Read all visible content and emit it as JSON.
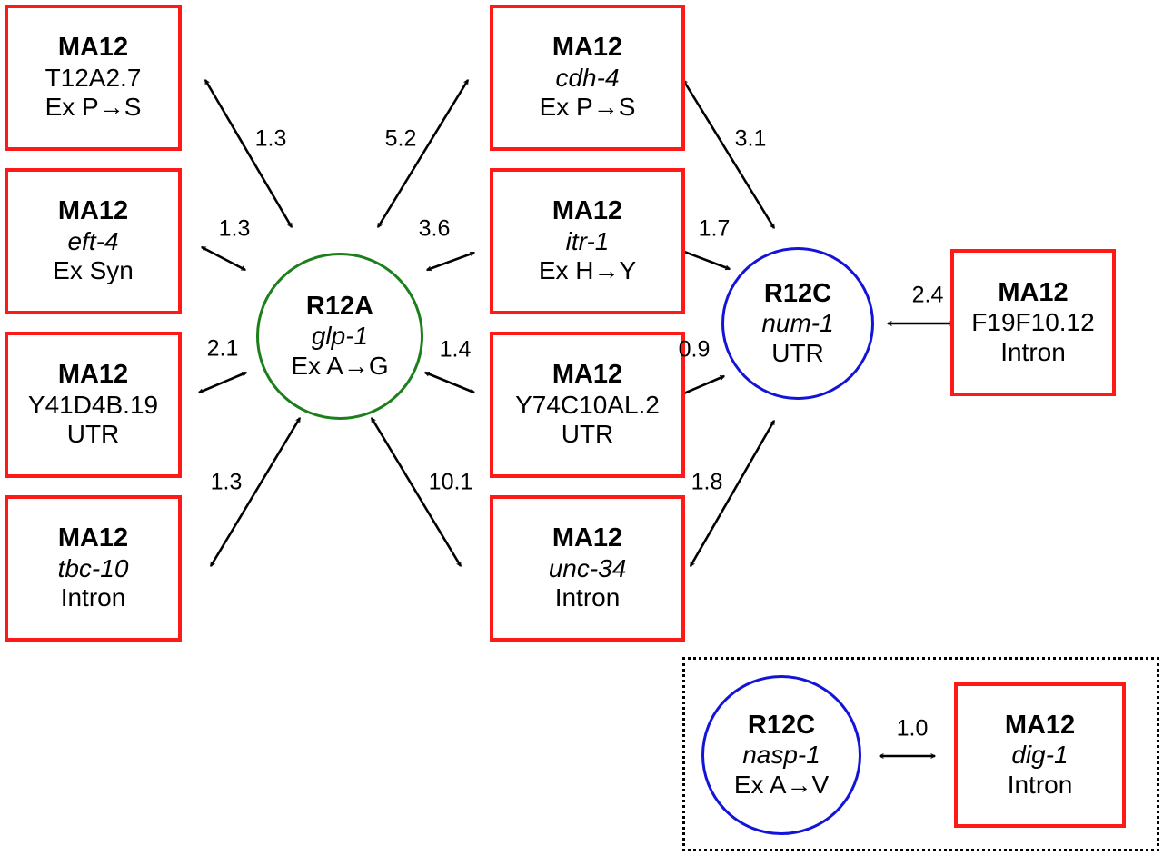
{
  "colors": {
    "ma_box": "#ff1a1a",
    "r12a_circle": "#1b7f1b",
    "r12c_circle": "#1414d8",
    "arrow": "#000000"
  },
  "nodes": {
    "ma_t12a27": {
      "strain": "MA12",
      "gene": "T12A2.7",
      "gene_italic": false,
      "mutation": "Ex P→S"
    },
    "ma_eft4": {
      "strain": "MA12",
      "gene": "eft-4",
      "gene_italic": true,
      "mutation": "Ex Syn"
    },
    "ma_y41d4b": {
      "strain": "MA12",
      "gene": "Y41D4B.19",
      "gene_italic": false,
      "mutation": "UTR"
    },
    "ma_tbc10": {
      "strain": "MA12",
      "gene": "tbc-10",
      "gene_italic": true,
      "mutation": "Intron"
    },
    "r12a_glp1": {
      "strain": "R12A",
      "gene": "glp-1",
      "gene_italic": true,
      "mutation": "Ex A→G"
    },
    "ma_cdh4": {
      "strain": "MA12",
      "gene": "cdh-4",
      "gene_italic": true,
      "mutation": "Ex P→S"
    },
    "ma_itr1": {
      "strain": "MA12",
      "gene": "itr-1",
      "gene_italic": true,
      "mutation": "Ex H→Y"
    },
    "ma_y74c10": {
      "strain": "MA12",
      "gene": "Y74C10AL.2",
      "gene_italic": false,
      "mutation": "UTR"
    },
    "ma_unc34": {
      "strain": "MA12",
      "gene": "unc-34",
      "gene_italic": true,
      "mutation": "Intron"
    },
    "r12c_num1": {
      "strain": "R12C",
      "gene": "num-1",
      "gene_italic": true,
      "mutation": "UTR"
    },
    "ma_f19f10": {
      "strain": "MA12",
      "gene": "F19F10.12",
      "gene_italic": false,
      "mutation": "Intron"
    },
    "r12c_nasp1": {
      "strain": "R12C",
      "gene": "nasp-1",
      "gene_italic": true,
      "mutation": "Ex A→V"
    },
    "ma_dig1": {
      "strain": "MA12",
      "gene": "dig-1",
      "gene_italic": true,
      "mutation": "Intron"
    }
  },
  "edges": [
    {
      "from": "ma_t12a27",
      "to": "r12a_glp1",
      "weight": "1.3"
    },
    {
      "from": "ma_eft4",
      "to": "r12a_glp1",
      "weight": "1.3"
    },
    {
      "from": "ma_y41d4b",
      "to": "r12a_glp1",
      "weight": "2.1"
    },
    {
      "from": "ma_tbc10",
      "to": "r12a_glp1",
      "weight": "1.3"
    },
    {
      "from": "ma_cdh4",
      "to": "r12a_glp1",
      "weight": "5.2"
    },
    {
      "from": "ma_itr1",
      "to": "r12a_glp1",
      "weight": "3.6"
    },
    {
      "from": "ma_y74c10",
      "to": "r12a_glp1",
      "weight": "1.4"
    },
    {
      "from": "ma_unc34",
      "to": "r12a_glp1",
      "weight": "10.1"
    },
    {
      "from": "ma_cdh4",
      "to": "r12c_num1",
      "weight": "3.1"
    },
    {
      "from": "ma_itr1",
      "to": "r12c_num1",
      "weight": "1.7"
    },
    {
      "from": "ma_y74c10",
      "to": "r12c_num1",
      "weight": "0.9"
    },
    {
      "from": "ma_unc34",
      "to": "r12c_num1",
      "weight": "1.8"
    },
    {
      "from": "r12c_num1",
      "to": "ma_f19f10",
      "weight": "2.4"
    },
    {
      "from": "r12c_nasp1",
      "to": "ma_dig1",
      "weight": "1.0"
    }
  ]
}
